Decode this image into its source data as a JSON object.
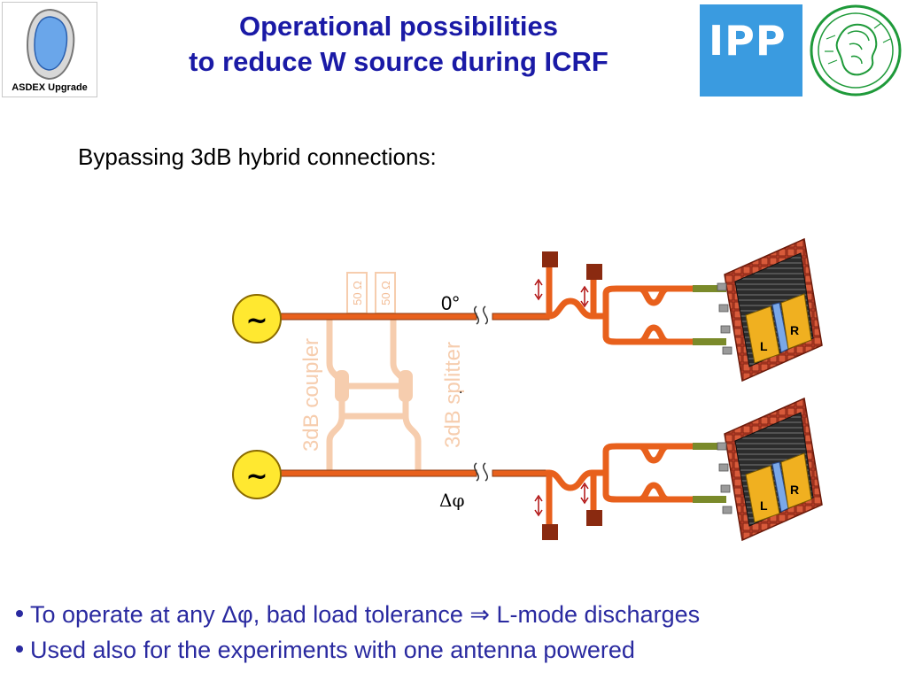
{
  "title": {
    "line1": "Operational possibilities",
    "line2": "to reduce W source during ICRF"
  },
  "logos": {
    "asdex_caption": "ASDEX Upgrade",
    "ipp_text": "IPP",
    "mpg": "max-planck-minerva-logo"
  },
  "subheading": "Bypassing 3dB hybrid connections:",
  "diagram": {
    "generator_symbol": "~",
    "label_phase_top": "0°",
    "label_phase_bottom": "Δφ",
    "label_coupler": "3dB coupler",
    "label_splitter": "3dB splitter",
    "load_left": "50 Ω",
    "load_right": "50 Ω",
    "antenna_left": "L",
    "antenna_right": "R",
    "stray_mark": ".",
    "colors": {
      "feed_line": "#e8601c",
      "feed_outline": "#8a3a10",
      "generator_fill": "#ffe830",
      "ghost_hybrid": "#f6c8a6",
      "stub": "#8a2a10",
      "antenna_brick": "#c0402a",
      "strap": "#f0b020",
      "arrow": "#b01010"
    }
  },
  "bullets": [
    "To operate at any Δφ, bad load tolerance ⇒ L-mode discharges",
    "Used also for the experiments with one antenna powered"
  ]
}
